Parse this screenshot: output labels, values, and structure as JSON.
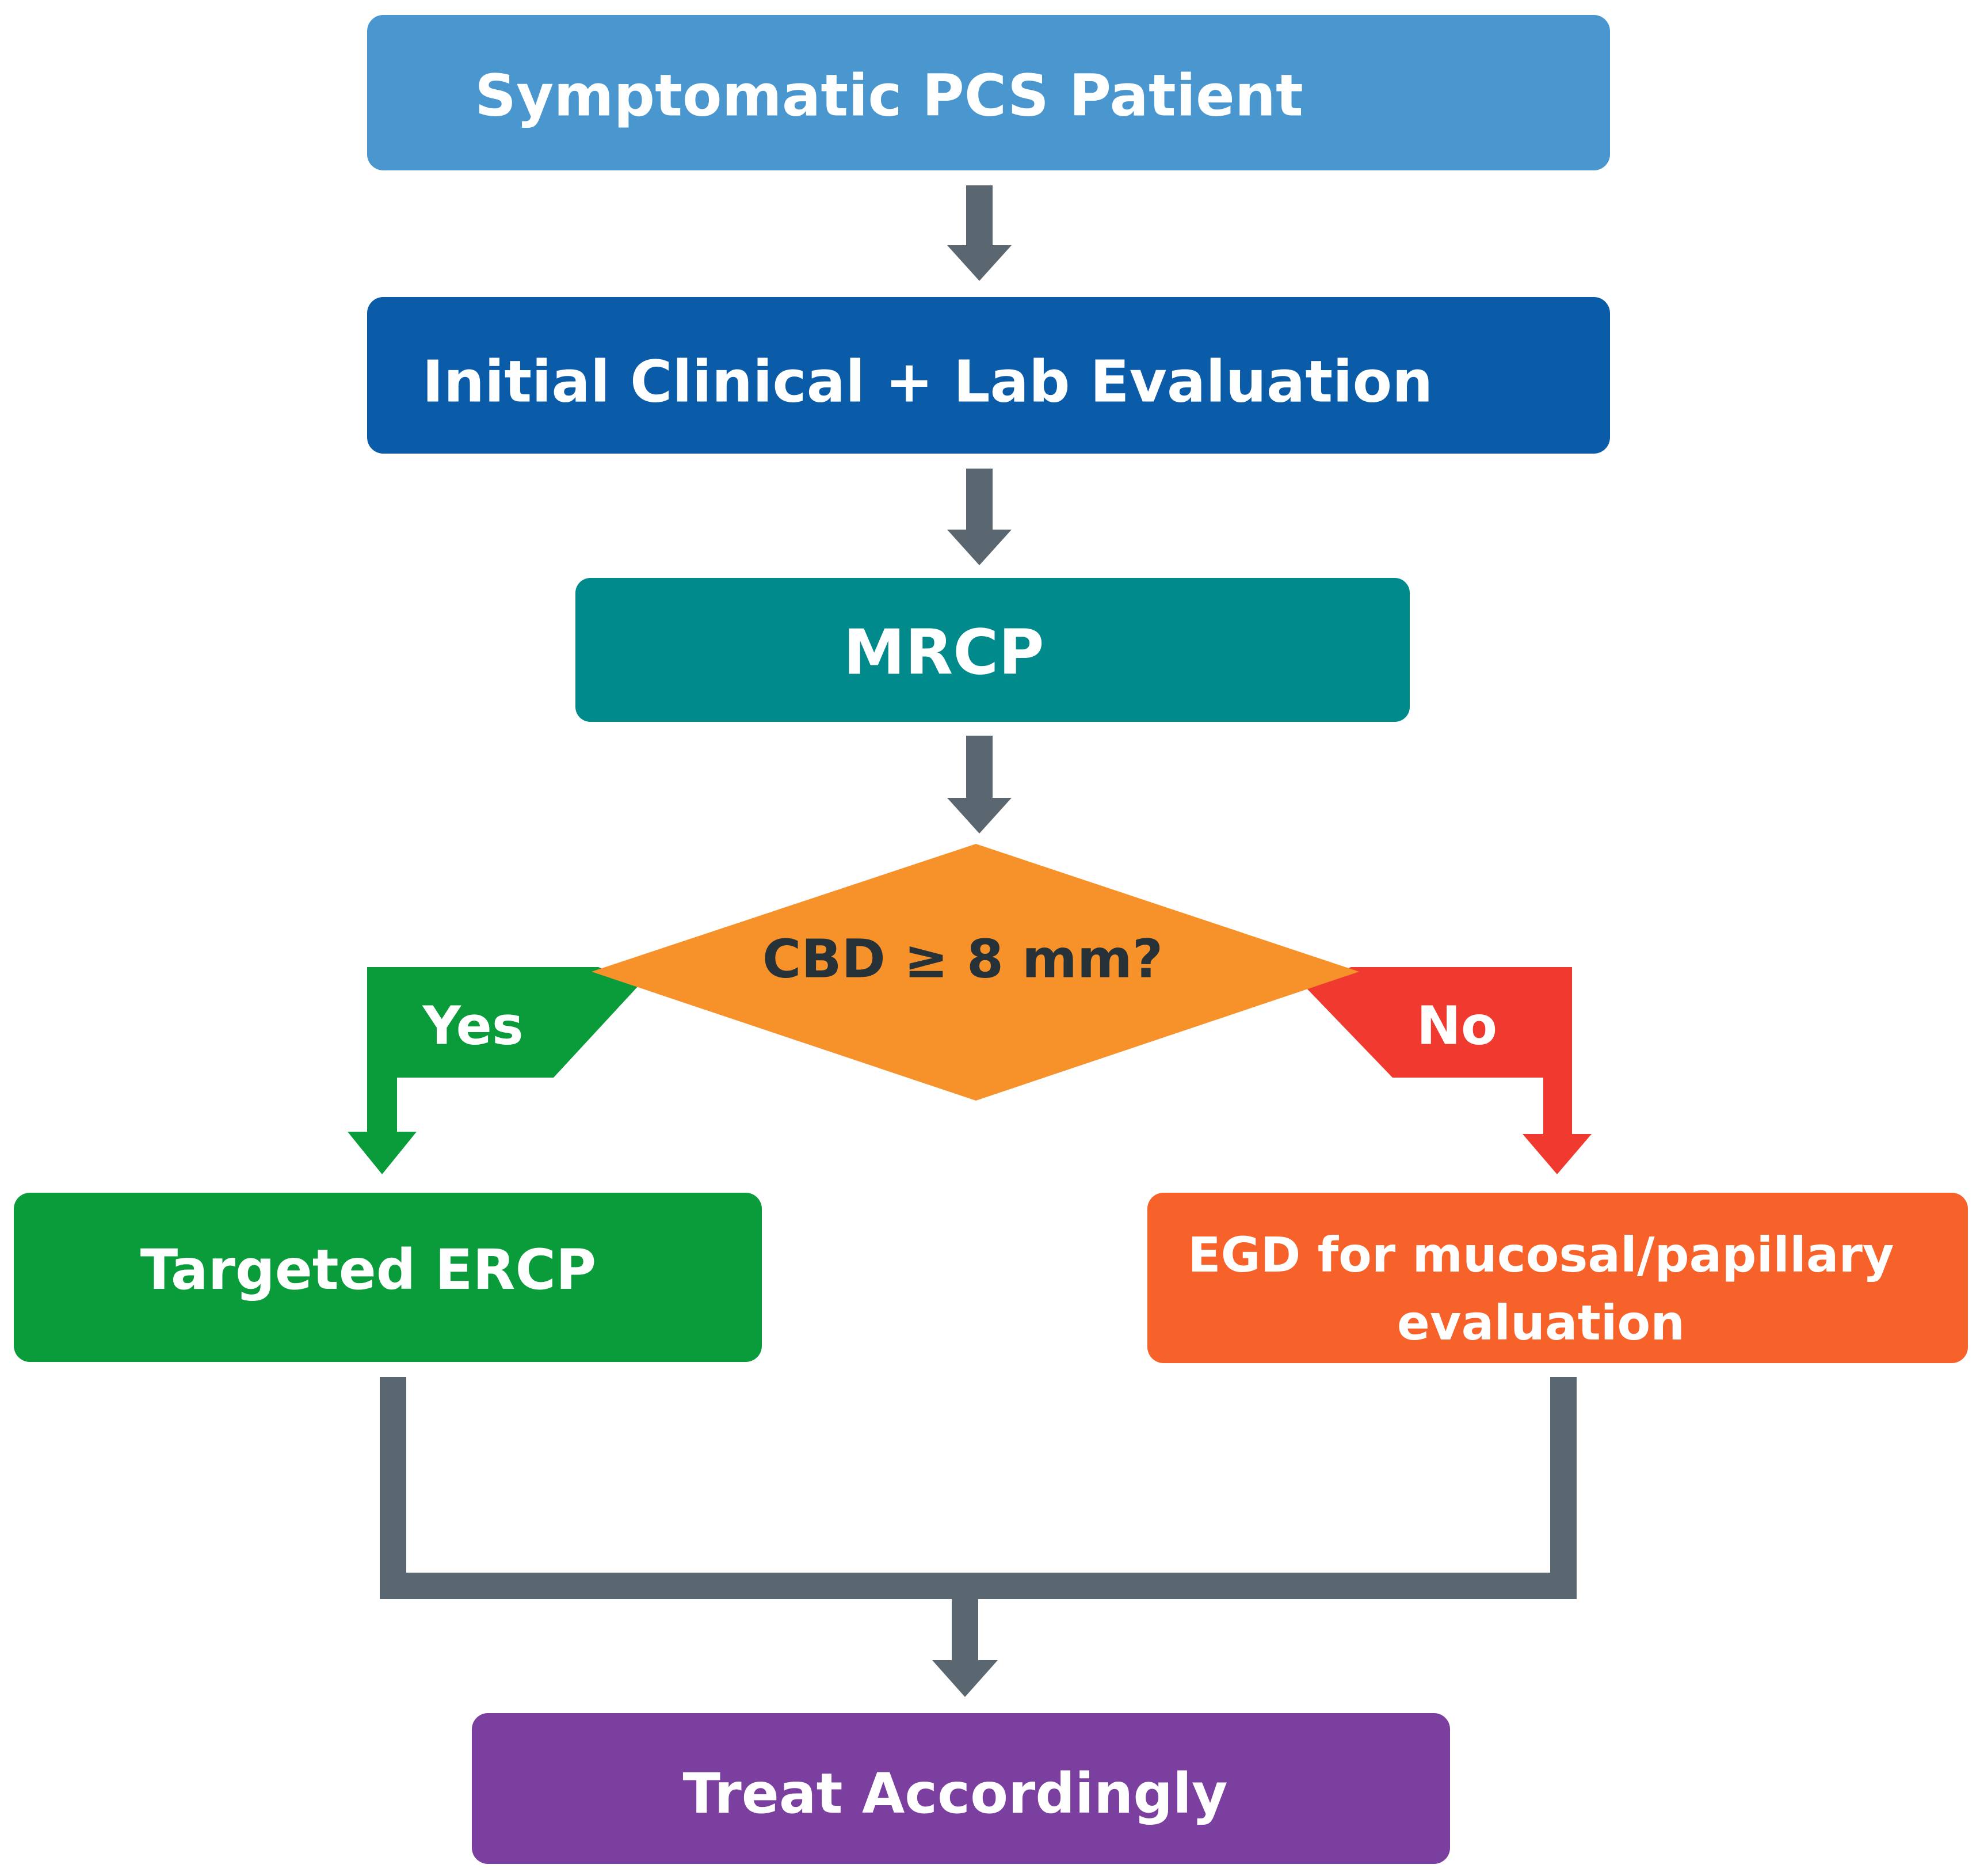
{
  "nodes": {
    "start": "Symptomatic PCS Patient",
    "evaluation": "Initial Clinical + Lab Evaluation",
    "mrcp": "MRCP",
    "decision": "CBD ≥ 8 mm?",
    "yes_label": "Yes",
    "no_label": "No",
    "ercp": "Targeted ERCP",
    "egd_line1": "EGD for mucosal/papillary",
    "egd_line2": "evaluation",
    "treat": "Treat Accordingly"
  },
  "colors": {
    "start": "#4a97cf",
    "evaluation": "#0a5ca8",
    "mrcp": "#008a8c",
    "decision": "#f7922b",
    "yes": "#0a9b3a",
    "no": "#f0392f",
    "ercp": "#0a9b3a",
    "egd": "#f7612a",
    "treat": "#7a3f9f",
    "connector": "#5b6770"
  }
}
